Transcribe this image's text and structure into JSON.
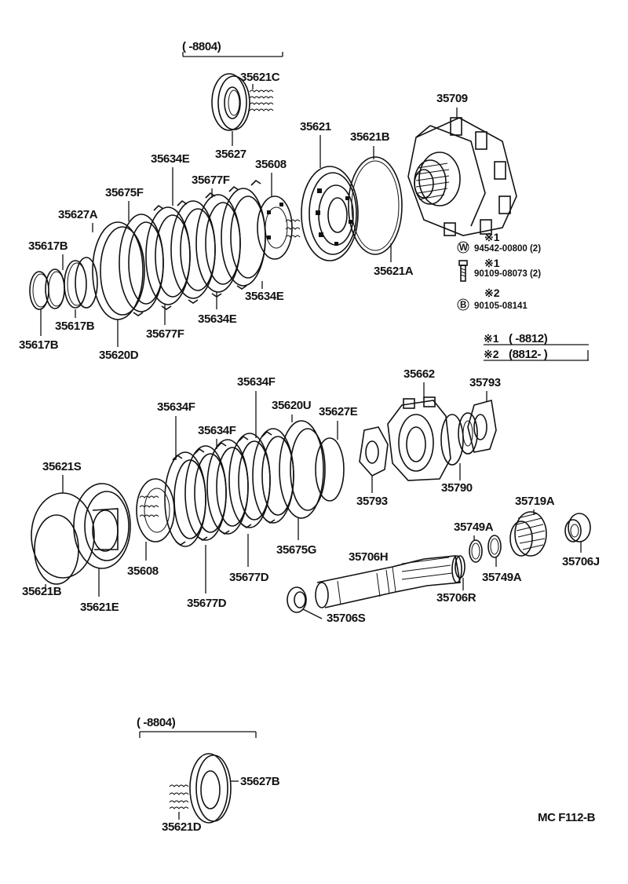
{
  "parts": {
    "p35621C": "35621C",
    "p35627": "35627",
    "p35709": "35709",
    "p35621": "35621",
    "p35621B_top": "35621B",
    "p35634E_a": "35634E",
    "p35608_top": "35608",
    "p35677F_a": "35677F",
    "p35675F": "35675F",
    "p35627A": "35627A",
    "p35617B_a": "35617B",
    "p35617B_b": "35617B",
    "p35617B_c": "35617B",
    "p35620D": "35620D",
    "p35677F_b": "35677F",
    "p35634E_b": "35634E",
    "p35634E_c": "35634E",
    "p35621A": "35621A",
    "p35634F_a": "35634F",
    "p35634F_b": "35634F",
    "p35634F_c": "35634F",
    "p35620U": "35620U",
    "p35627E": "35627E",
    "p35662": "35662",
    "p35793_a": "35793",
    "p35793_b": "35793",
    "p35790": "35790",
    "p35621S": "35621S",
    "p35719A": "35719A",
    "p35749A_a": "35749A",
    "p35749A_b": "35749A",
    "p35706J": "35706J",
    "p35706H": "35706H",
    "p35706R": "35706R",
    "p35706S": "35706S",
    "p35608_bot": "35608",
    "p35621B_bot": "35621B",
    "p35621E": "35621E",
    "p35677D_a": "35677D",
    "p35677D_b": "35677D",
    "p35675G": "35675G",
    "p35627B": "35627B",
    "p35621D": "35621D"
  },
  "ranges": {
    "top": "(      -8804)",
    "bottom": "(      -8804)"
  },
  "fasteners": {
    "note1a": "※1",
    "w_symbol": "W",
    "washer": "94542-00800 (2)",
    "note1b": "※1",
    "bolt": "90109-08073 (2)",
    "note2": "※2",
    "b_symbol": "B",
    "bushing": "90105-08141"
  },
  "legend": {
    "mark1": "※1",
    "range1": "(        -8812)",
    "mark2": "※2",
    "range2": "(8812-        )"
  },
  "code": "MC  F112-B"
}
